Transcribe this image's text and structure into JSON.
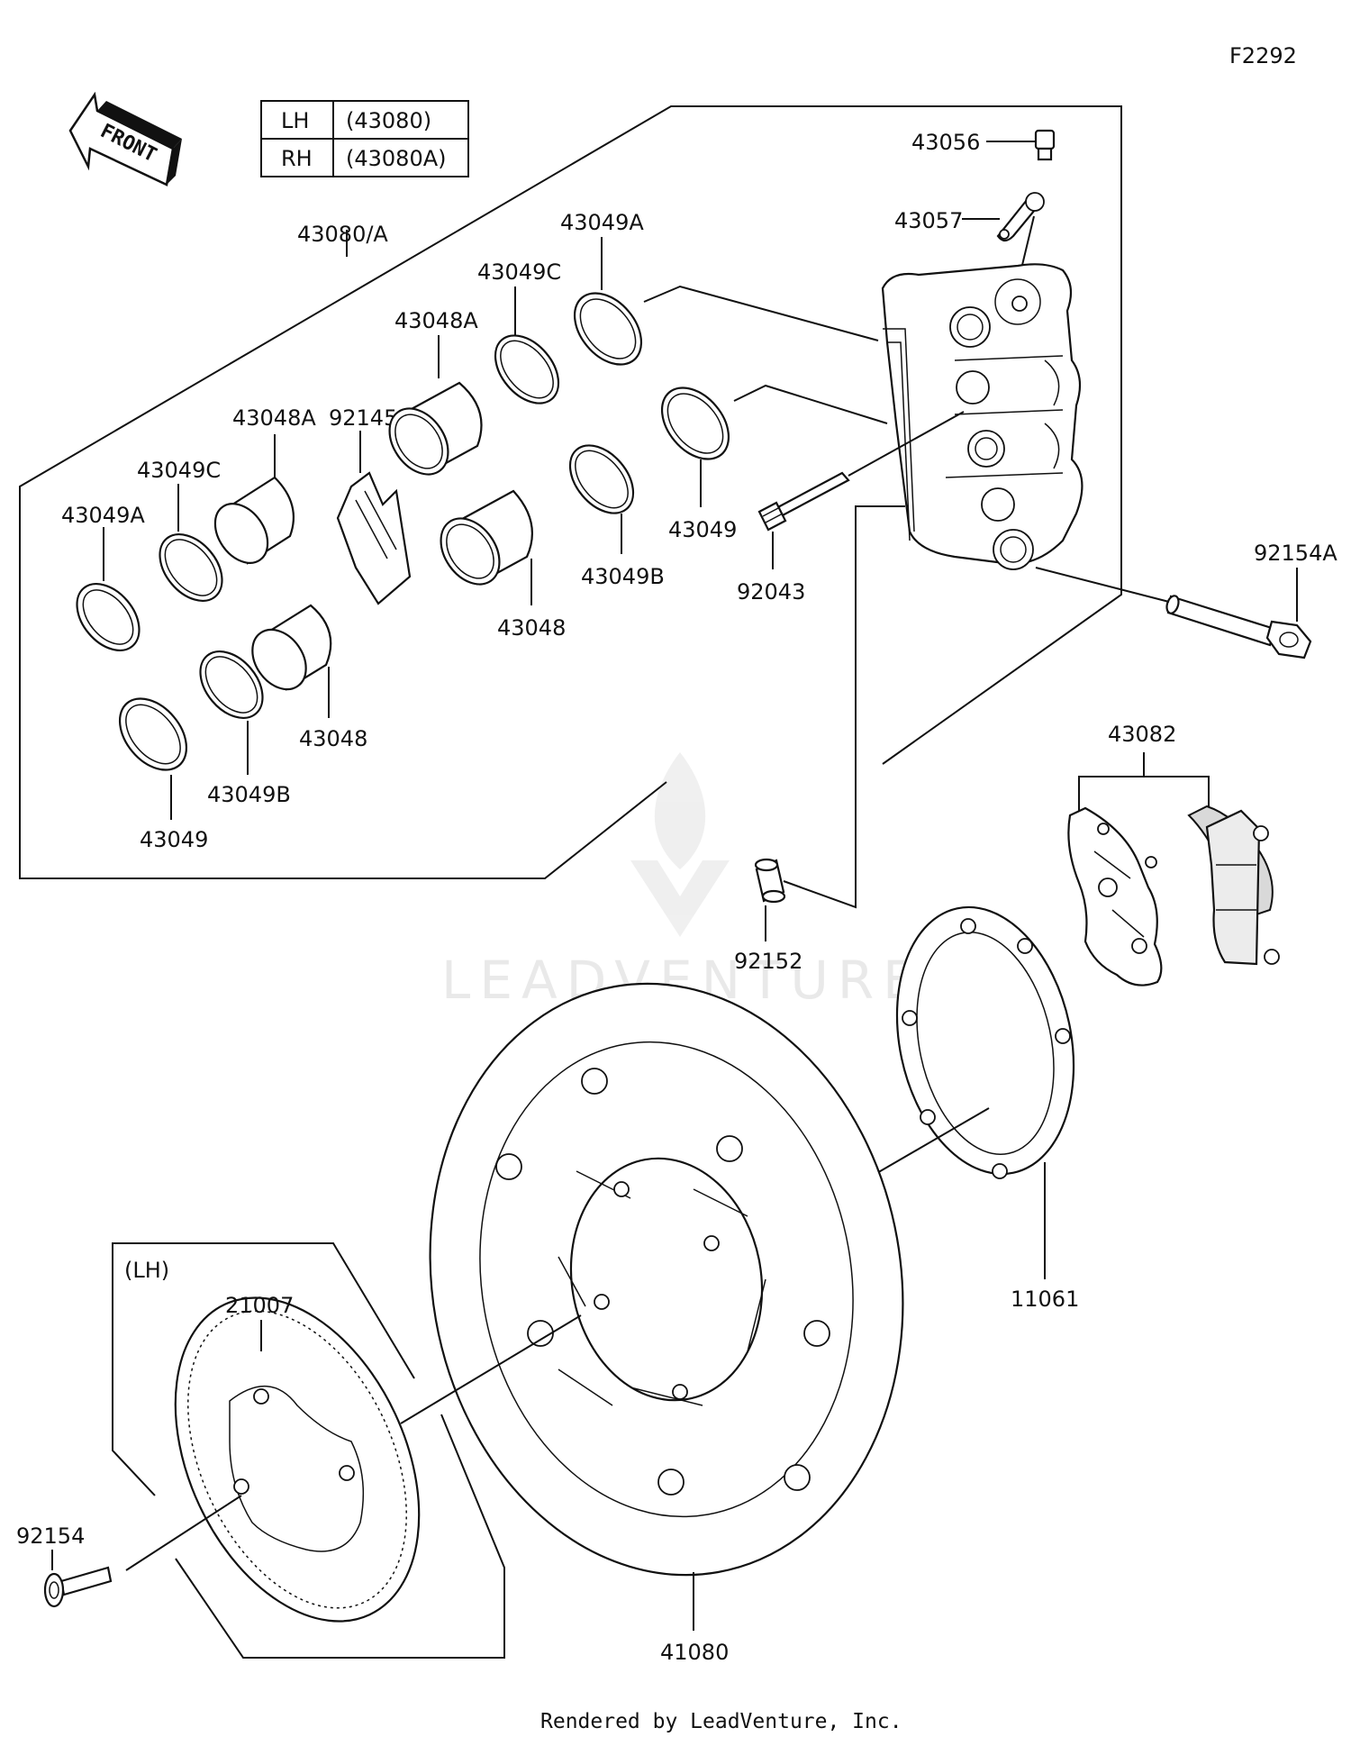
{
  "figure_id": "F2292",
  "watermark": "LEADVENTURE",
  "footer": "Rendered by LeadVenture, Inc.",
  "front_arrow": "FRONT",
  "side_table": [
    {
      "side": "LH",
      "code": "(43080)"
    },
    {
      "side": "RH",
      "code": "(43080A)"
    }
  ],
  "inset_label": "(LH)",
  "part_labels": {
    "p43056": "43056",
    "p43057": "43057",
    "p43080A": "43080/A",
    "p43049A_top": "43049A",
    "p43049C_top": "43049C",
    "p43048A_top": "43048A",
    "p43048A_left": "43048A",
    "p92145": "92145",
    "p43049C_left": "43049C",
    "p43049A_left": "43049A",
    "p43049_mid": "43049",
    "p92043": "92043",
    "p43049B_mid": "43049B",
    "p43048_mid": "43048",
    "p43048_low": "43048",
    "p43049B_low": "43049B",
    "p43049_low": "43049",
    "p92154A": "92154A",
    "p43082": "43082",
    "p92152": "92152",
    "p11061": "11061",
    "p21007": "21007",
    "p92154": "92154",
    "p41080": "41080"
  }
}
